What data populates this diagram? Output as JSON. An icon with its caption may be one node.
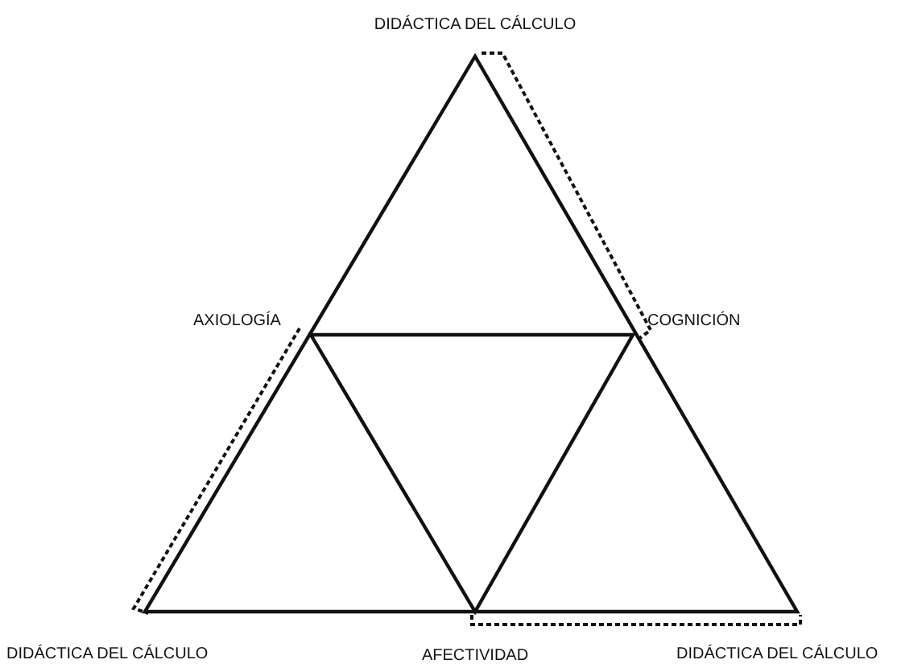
{
  "diagram": {
    "labels": [
      "DIDÁCTICA DEL CÁLCULO",
      "AXIOLOGÍA",
      "COGNICIÓN",
      "DIDÁCTICA DEL CÁLCULO",
      "AFECTIVIDAD",
      "DIDÁCTICA DEL CÁLCULO"
    ]
  }
}
